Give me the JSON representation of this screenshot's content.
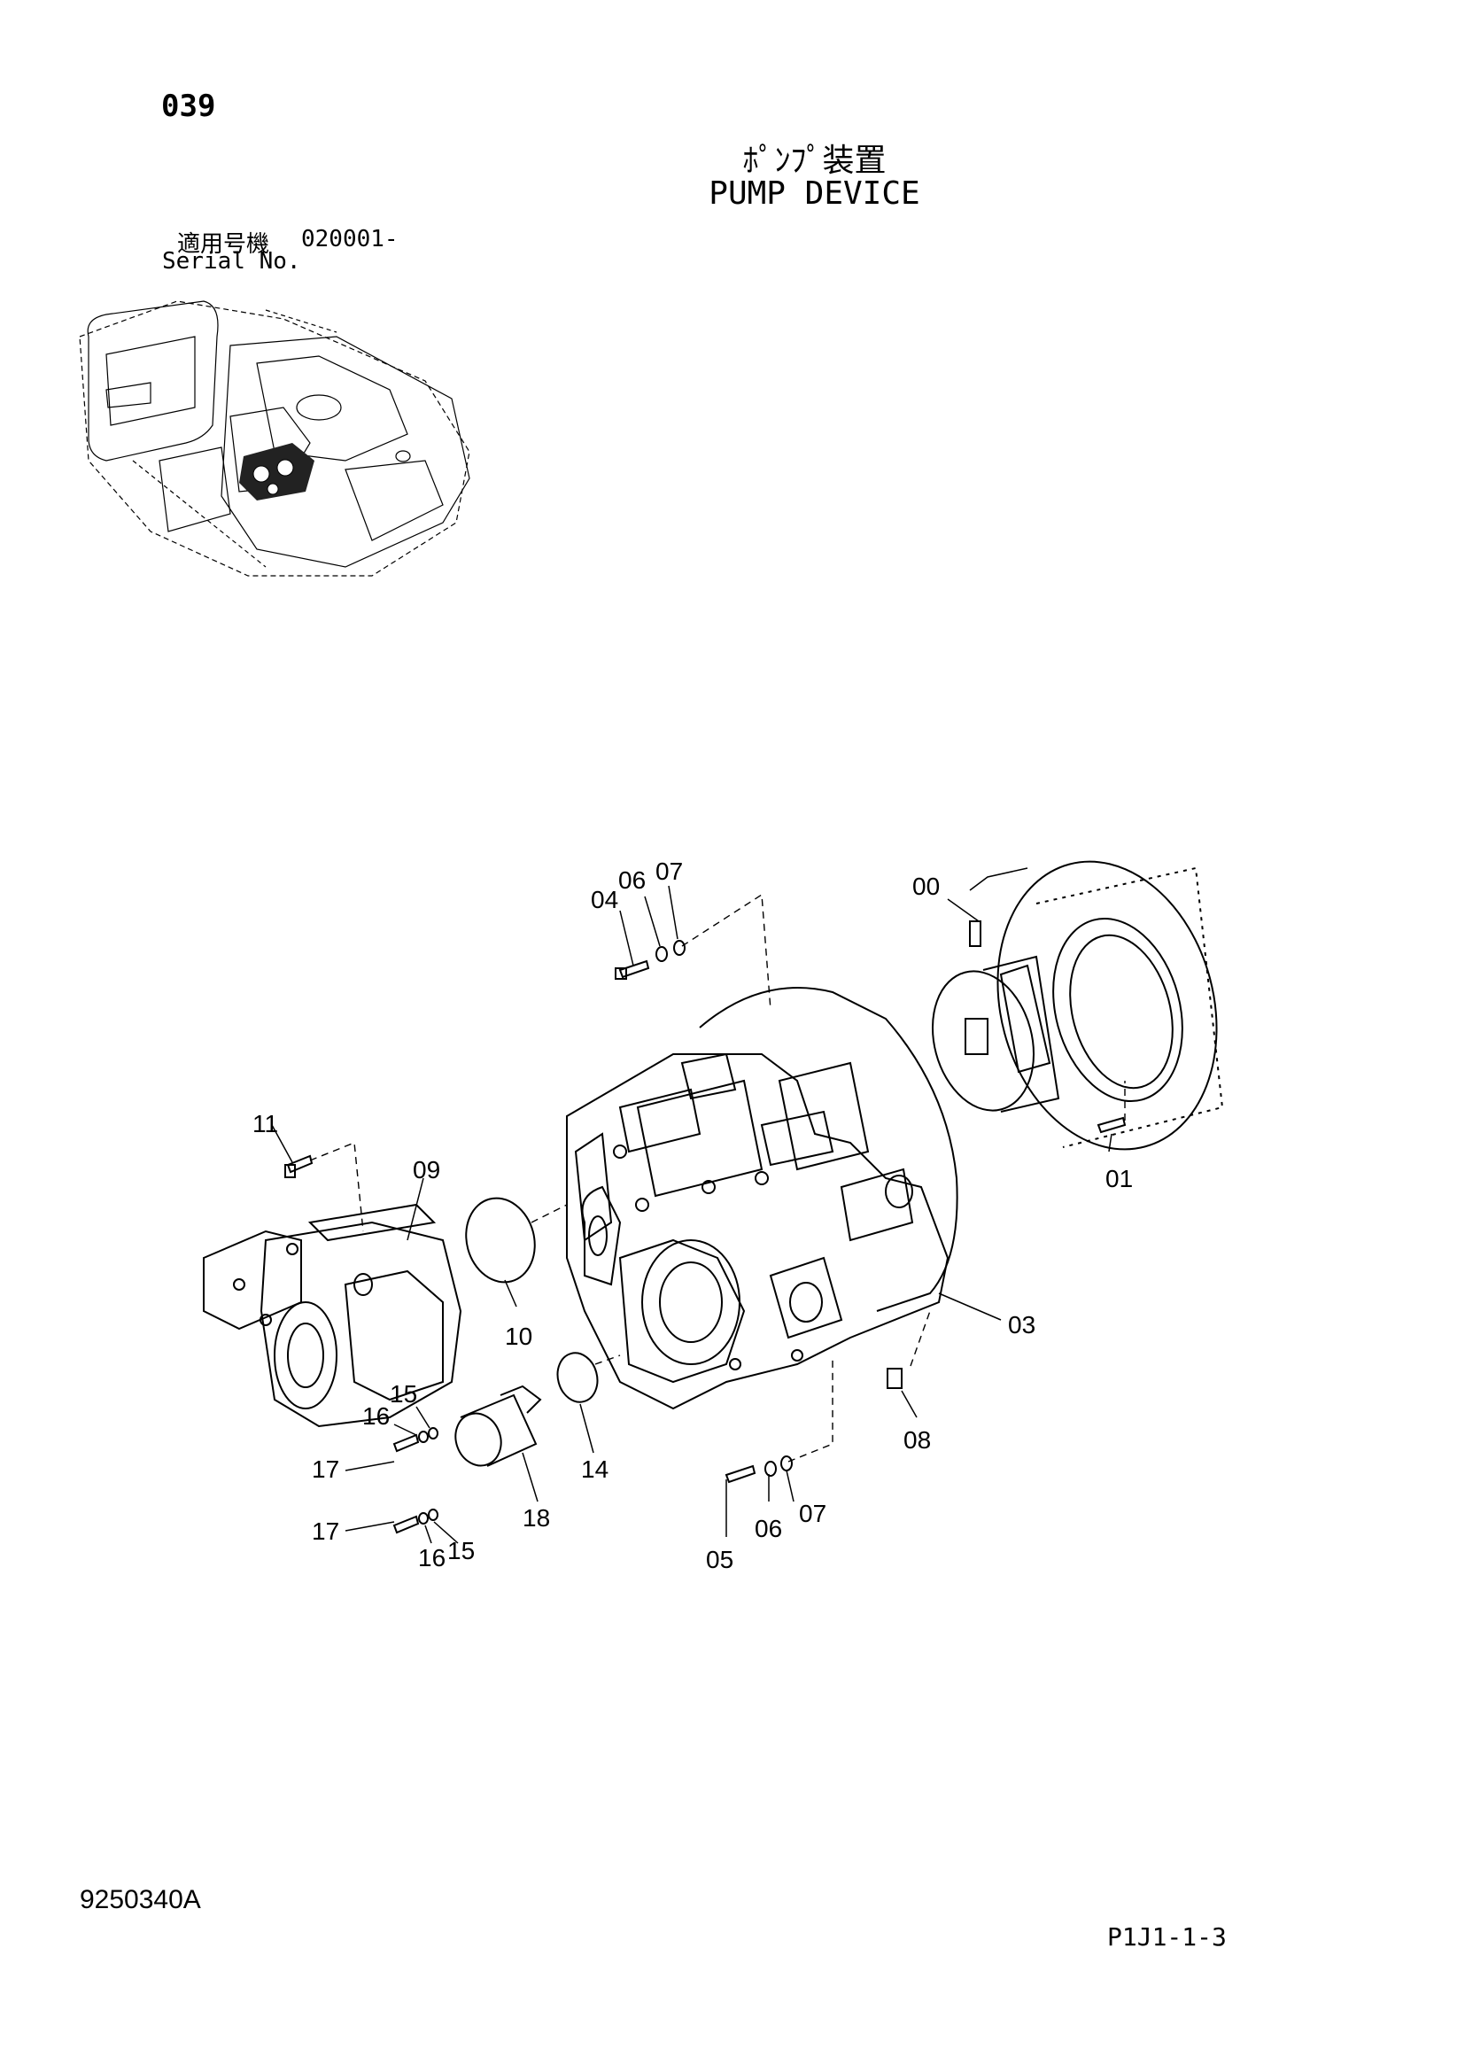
{
  "header": {
    "page_number": "039",
    "title_jp": "ﾎﾟﾝﾌﾟ装置",
    "title_en": "PUMP DEVICE",
    "serial_label_jp": "適用号機",
    "serial_range": "020001-",
    "serial_label_en": "Serial No."
  },
  "callouts": {
    "c00": "00",
    "c01": "01",
    "c03": "03",
    "c04": "04",
    "c05": "05",
    "c06a": "06",
    "c06b": "06",
    "c07a": "07",
    "c07b": "07",
    "c08": "08",
    "c09": "09",
    "c10": "10",
    "c11": "11",
    "c14": "14",
    "c15a": "15",
    "c15b": "15",
    "c16a": "16",
    "c16b": "16",
    "c17a": "17",
    "c17b": "17",
    "c18": "18"
  },
  "footer": {
    "drawing_code": "9250340A",
    "page_ref": "P1J1-1-3"
  }
}
